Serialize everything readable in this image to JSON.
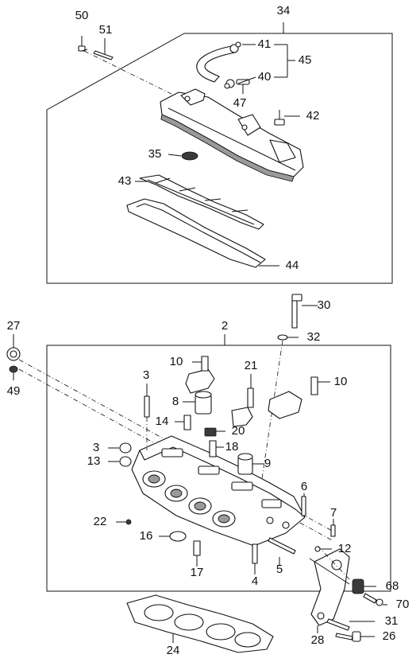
{
  "labels": {
    "n50": "50",
    "n51": "51",
    "n34": "34",
    "n41": "41",
    "n45": "45",
    "n40": "40",
    "n47": "47",
    "n42": "42",
    "n35": "35",
    "n43": "43",
    "n44": "44",
    "n30": "30",
    "n27": "27",
    "n2": "2",
    "n32": "32",
    "n49": "49",
    "n10a": "10",
    "n10b": "10",
    "n21": "21",
    "n3a": "3",
    "n8": "8",
    "n14": "14",
    "n20": "20",
    "n3b": "3",
    "n13": "13",
    "n18": "18",
    "n9": "9",
    "n6": "6",
    "n22": "22",
    "n7": "7",
    "n16": "16",
    "n12": "12",
    "n17": "17",
    "n5": "5",
    "n4": "4",
    "n68": "68",
    "n70": "70",
    "n31": "31",
    "n24": "24",
    "n28": "28",
    "n26": "26"
  }
}
